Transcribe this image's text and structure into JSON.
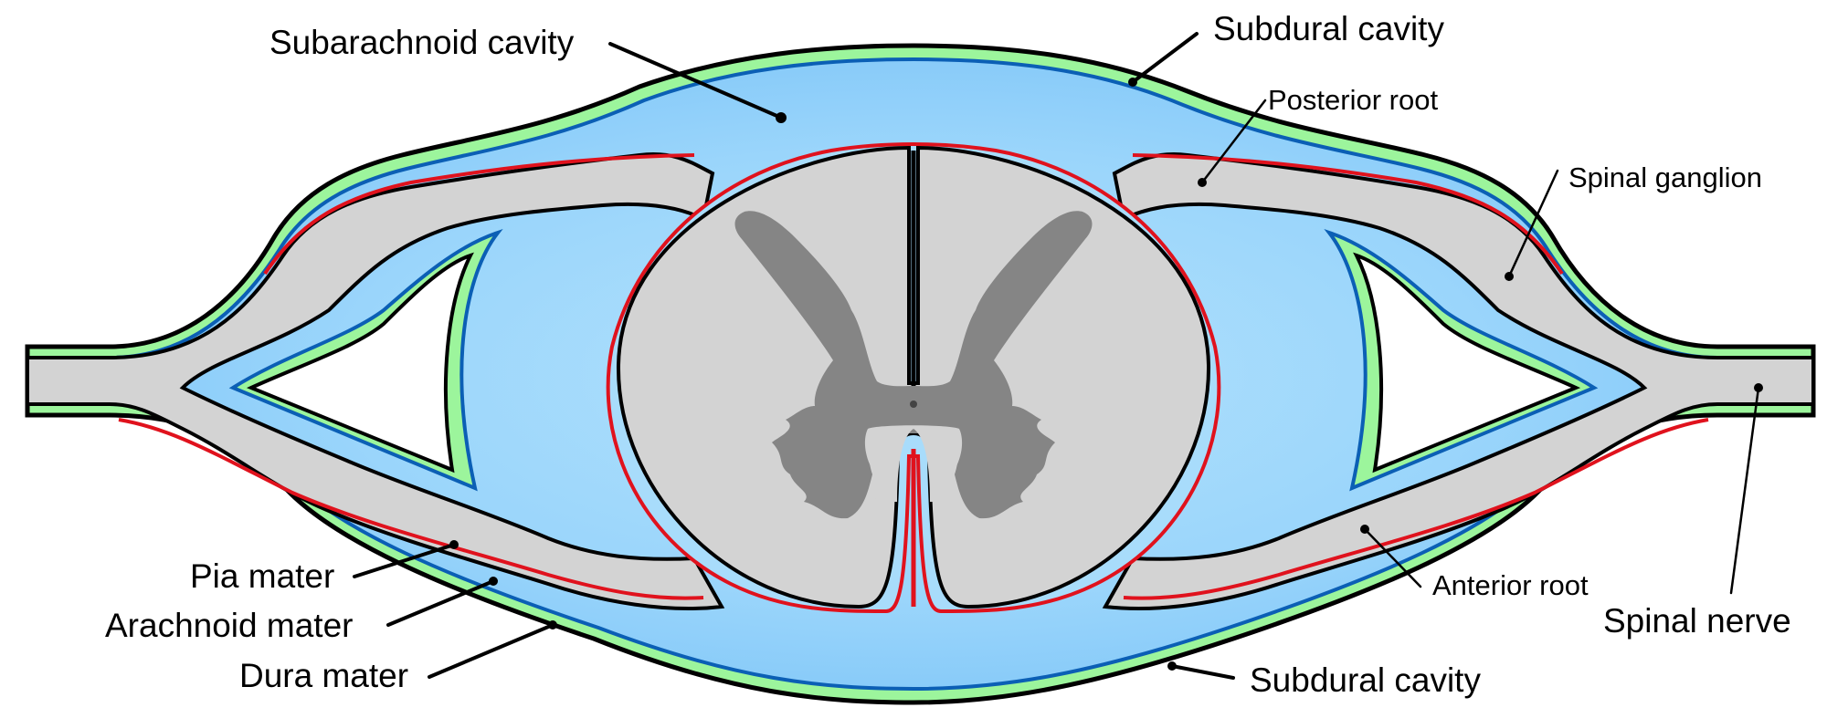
{
  "title": "Spinal cord cross-section with meninges",
  "colors": {
    "dura_fill": "#9cf59c",
    "subarachnoid_fill_center": "#a8dcfb",
    "subarachnoid_fill_edge": "#7fc6f8",
    "arachnoid_stroke": "#0b5fb5",
    "pia_stroke": "#e0121d",
    "white_matter": "#d3d3d3",
    "grey_matter": "#858585",
    "outline": "#000000"
  },
  "labels": {
    "subarachnoid_cavity": "Subarachnoid cavity",
    "subdural_cavity_top": "Subdural cavity",
    "posterior_root": "Posterior root",
    "spinal_ganglion": "Spinal ganglion",
    "pia_mater": "Pia mater",
    "arachnoid_mater": "Arachnoid mater",
    "dura_mater": "Dura mater",
    "anterior_root": "Anterior root",
    "spinal_nerve": "Spinal nerve",
    "subdural_cavity_bottom": "Subdural cavity"
  }
}
